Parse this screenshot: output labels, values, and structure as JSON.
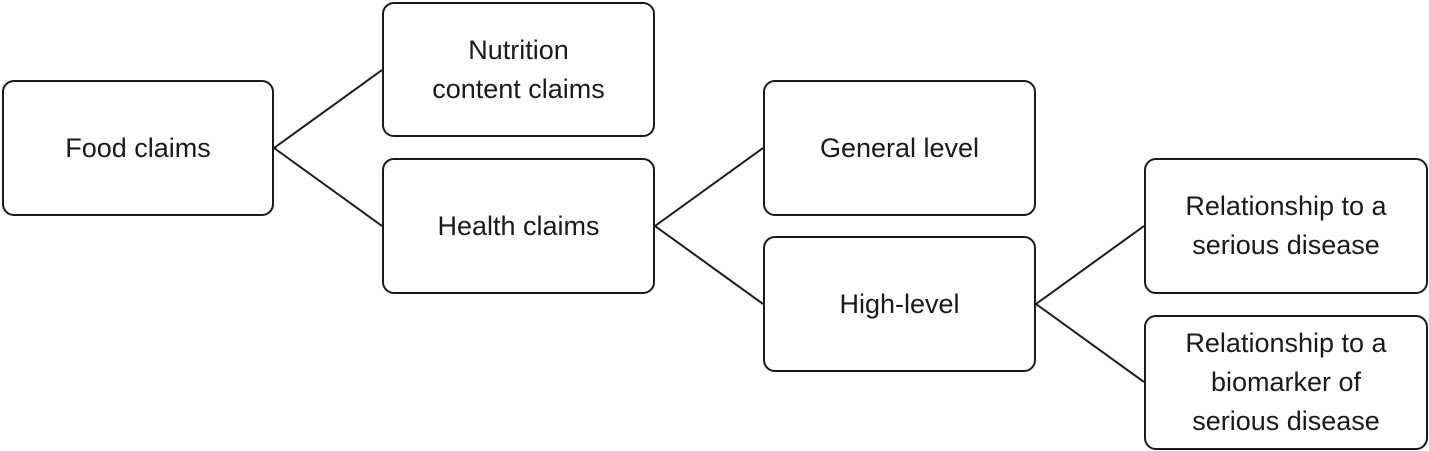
{
  "diagram": {
    "nodes": {
      "food_claims": [
        "Food claims"
      ],
      "nutrition_content_claims": [
        "Nutrition",
        "content claims"
      ],
      "health_claims": [
        "Health claims"
      ],
      "general_level": [
        "General level"
      ],
      "high_level": [
        "High-level"
      ],
      "relationship_serious_disease": [
        "Relationship to a",
        "serious disease"
      ],
      "relationship_biomarker": [
        "Relationship to a",
        "biomarker of",
        "serious disease"
      ]
    },
    "edges": [
      [
        "food_claims",
        "nutrition_content_claims"
      ],
      [
        "food_claims",
        "health_claims"
      ],
      [
        "health_claims",
        "general_level"
      ],
      [
        "health_claims",
        "high_level"
      ],
      [
        "high_level",
        "relationship_serious_disease"
      ],
      [
        "high_level",
        "relationship_biomarker"
      ]
    ],
    "colors": {
      "stroke": "#1a1a1a",
      "fill": "#ffffff",
      "text": "#1a1a1a"
    }
  }
}
